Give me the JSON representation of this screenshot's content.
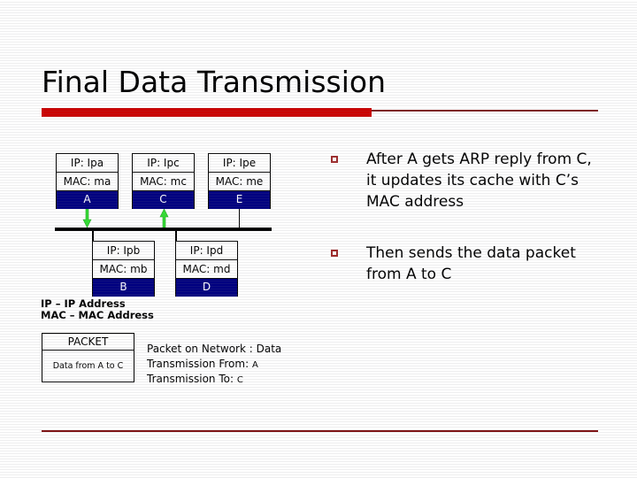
{
  "slide": {
    "title": "Final Data Transmission",
    "accent_color": "#CC0000",
    "rule_color": "#7E1416",
    "node_fill_color": "#000080",
    "arrow_color": "#33DD33",
    "bullet_color": "#9E2B2B"
  },
  "diagram": {
    "top_nodes": [
      {
        "ip": "IP: Ipa",
        "mac": "MAC: ma",
        "name": "A"
      },
      {
        "ip": "IP: Ipc",
        "mac": "MAC: mc",
        "name": "C"
      },
      {
        "ip": "IP: Ipe",
        "mac": "MAC: me",
        "name": "E"
      }
    ],
    "bottom_nodes": [
      {
        "ip": "IP: Ipb",
        "mac": "MAC: mb",
        "name": "B"
      },
      {
        "ip": "IP: Ipd",
        "mac": "MAC: md",
        "name": "D"
      }
    ],
    "arrows": [
      {
        "from": "A",
        "direction": "down",
        "meaning": "A sends onto network"
      },
      {
        "to": "C",
        "direction": "up",
        "meaning": "C receives from network"
      }
    ],
    "legend": [
      "IP – IP Address",
      "MAC – MAC Address"
    ],
    "packet": {
      "header": "PACKET",
      "body": "Data from A to C"
    },
    "packet_notes": [
      {
        "label": "Packet on Network : Data",
        "value": ""
      },
      {
        "label": "Transmission From:",
        "value": "A"
      },
      {
        "label": "Transmission To:",
        "value": "C"
      }
    ]
  },
  "bullets": [
    {
      "text": "After A gets ARP reply from C, it updates its cache with C’s MAC address"
    },
    {
      "text": "Then sends the data packet from A to C"
    }
  ]
}
